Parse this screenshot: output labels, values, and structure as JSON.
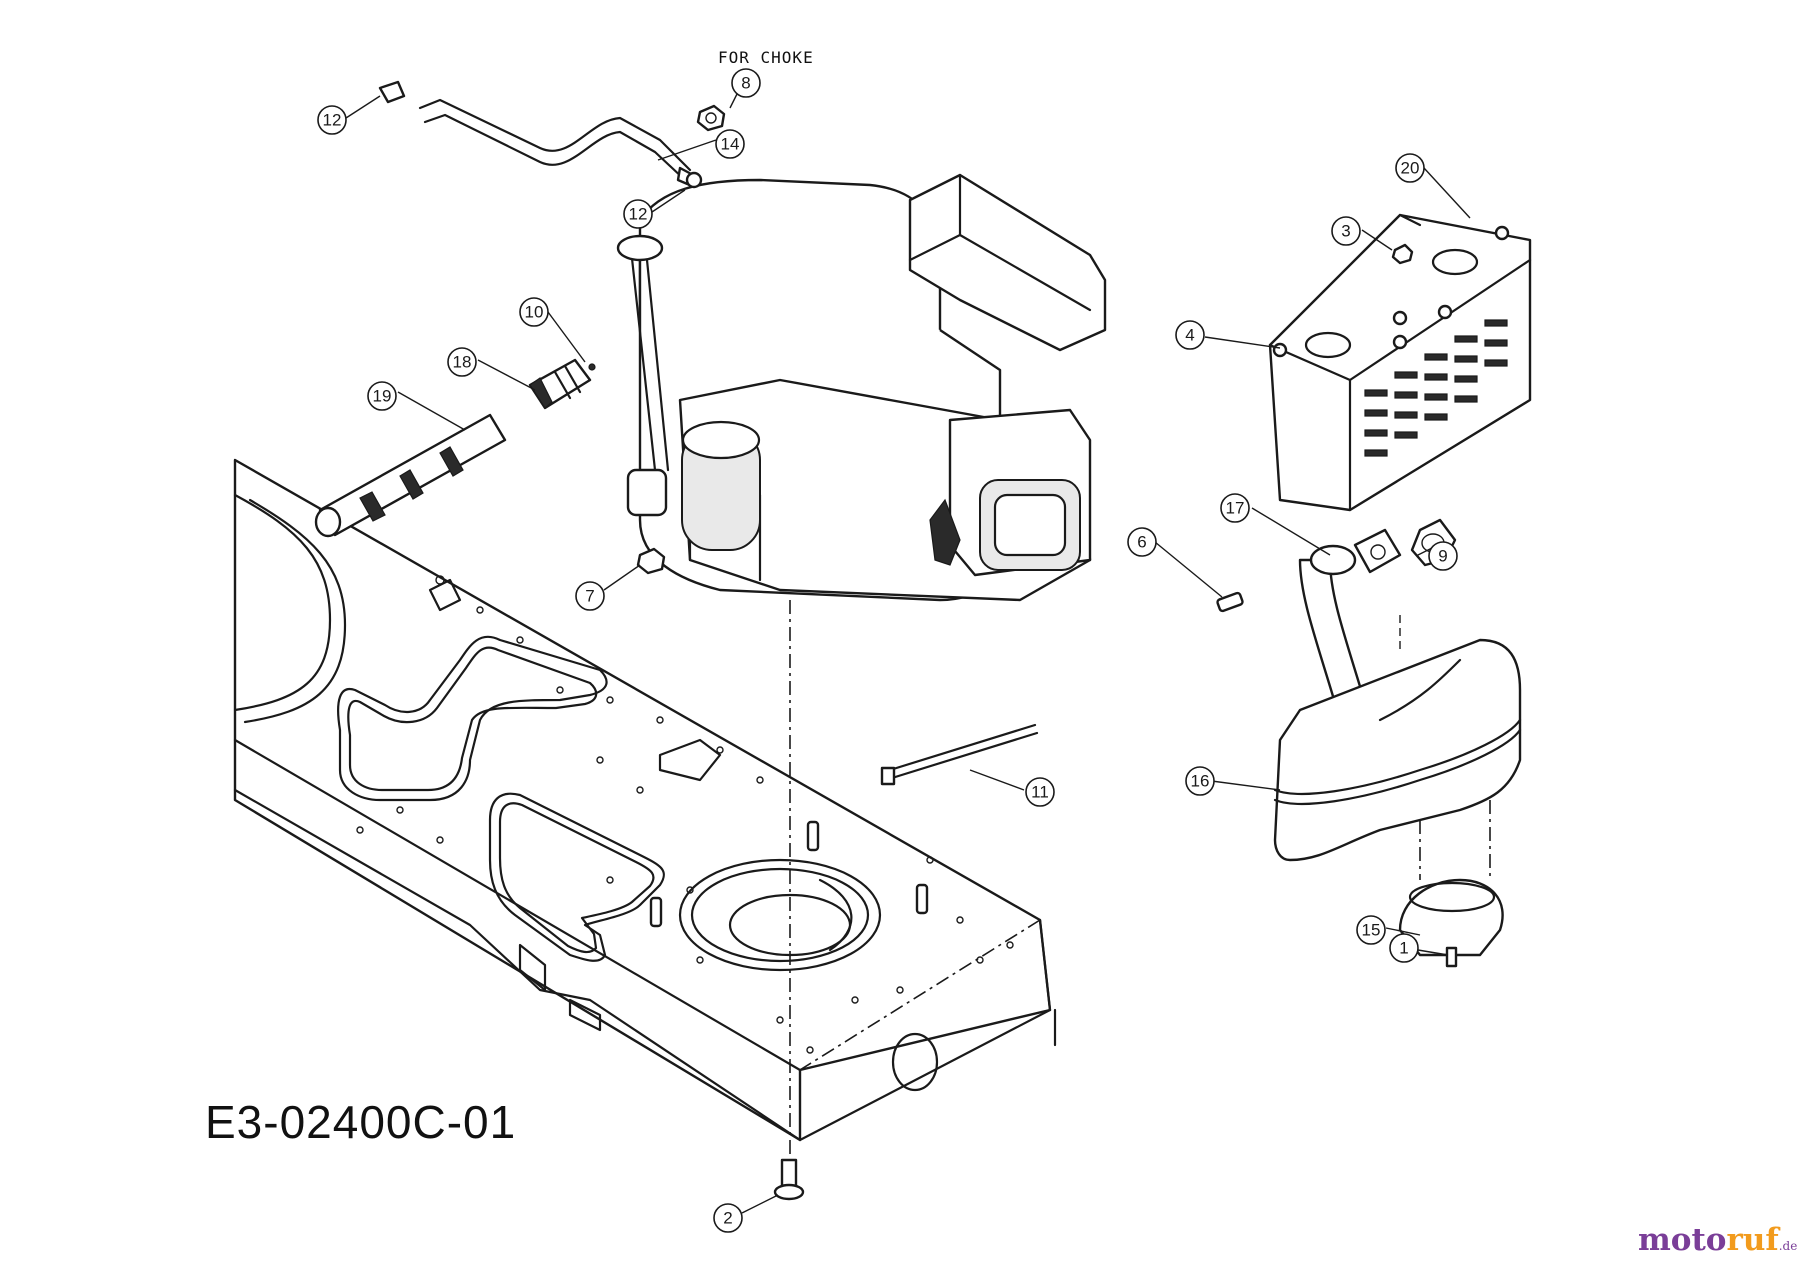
{
  "drawing_code": "E3-02400C-01",
  "choke_note": "FOR CHOKE",
  "callouts": [
    {
      "id": "c12a",
      "label": "12"
    },
    {
      "id": "c8",
      "label": "8"
    },
    {
      "id": "c14",
      "label": "14"
    },
    {
      "id": "c12b",
      "label": "12"
    },
    {
      "id": "c10",
      "label": "10"
    },
    {
      "id": "c18",
      "label": "18"
    },
    {
      "id": "c19",
      "label": "19"
    },
    {
      "id": "c7",
      "label": "7"
    },
    {
      "id": "c11",
      "label": "11"
    },
    {
      "id": "c2",
      "label": "2"
    },
    {
      "id": "c20",
      "label": "20"
    },
    {
      "id": "c3",
      "label": "3"
    },
    {
      "id": "c4",
      "label": "4"
    },
    {
      "id": "c17",
      "label": "17"
    },
    {
      "id": "c6",
      "label": "6"
    },
    {
      "id": "c9",
      "label": "9"
    },
    {
      "id": "c16",
      "label": "16"
    },
    {
      "id": "c15",
      "label": "15"
    },
    {
      "id": "c1",
      "label": "1"
    }
  ],
  "watermark": {
    "part1": "moto",
    "part2": "ruf",
    "suffix": ".de"
  }
}
